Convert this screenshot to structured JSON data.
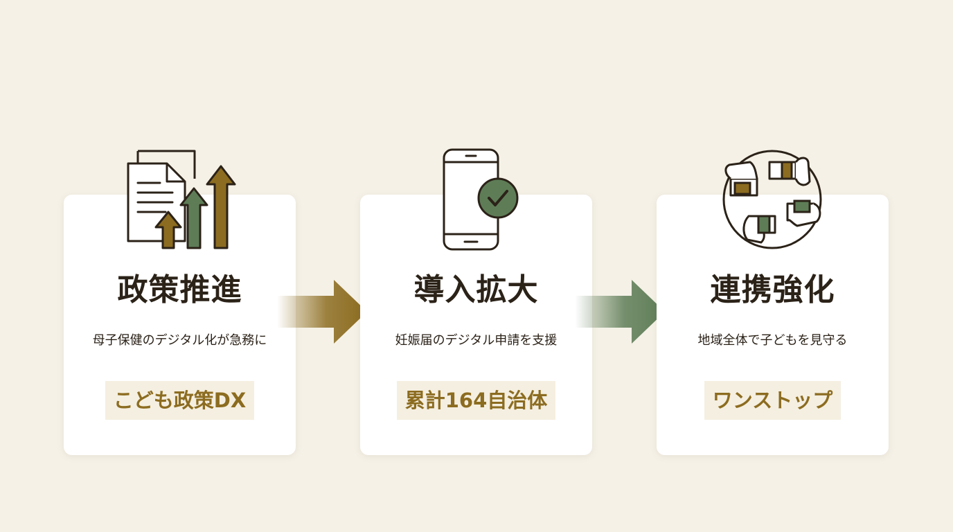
{
  "colors": {
    "background": "#f5f1e7",
    "card": "#ffffff",
    "text": "#2b2218",
    "gold": "#8c6c20",
    "green": "#5e7d57",
    "badge_bg": "#f5efe1"
  },
  "steps": [
    {
      "icon": "documents-growth-arrows-icon",
      "title": "政策推進",
      "description": "母子保健のデジタル化が急務に",
      "badge": "こども政策DX"
    },
    {
      "icon": "smartphone-check-icon",
      "title": "導入拡大",
      "description": "妊娠届のデジタル申請を支援",
      "badge": "累計164自治体"
    },
    {
      "icon": "joined-hands-circle-icon",
      "title": "連携強化",
      "description": "地域全体で子どもを見守る",
      "badge": "ワンストップ"
    }
  ]
}
